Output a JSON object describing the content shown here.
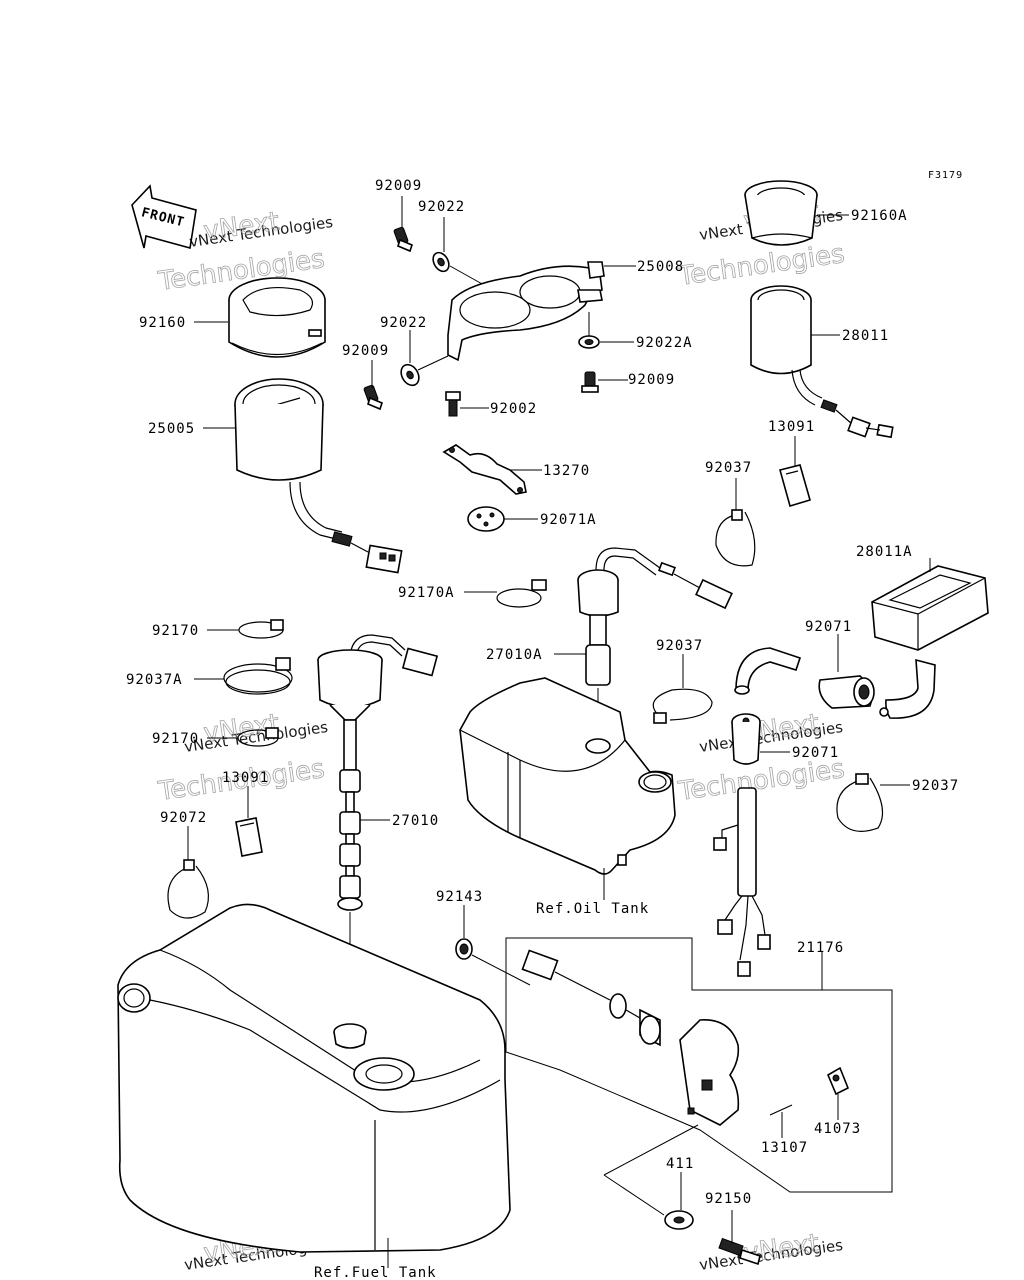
{
  "figure_code": "F3179",
  "front_label": "FRONT",
  "watermark": {
    "line1": "vNext Technologies",
    "line2": "Technologies",
    "line3": "vNext"
  },
  "parts": {
    "p92009_top": "92009",
    "p92022_top": "92022",
    "p25008": "25008",
    "p92022_mid": "92022",
    "p92022A": "92022A",
    "p92009_mid": "92009",
    "p92009_right": "92009",
    "p92002": "92002",
    "p13270": "13270",
    "p92071A": "92071A",
    "p92160": "92160",
    "p25005": "25005",
    "p92160A": "92160A",
    "p28011": "28011",
    "p13091_top": "13091",
    "p92037_top": "92037",
    "p28011A": "28011A",
    "p92170A": "92170A",
    "p92170_top": "92170",
    "p92037A": "92037A",
    "p27010A": "27010A",
    "p92037_mid": "92037",
    "p92071": "92071",
    "p92170_bot": "92170",
    "p13091_bot": "13091",
    "p92071_b": "92071",
    "p92037_right": "92037",
    "p27010": "27010",
    "p92072": "92072",
    "p92143": "92143",
    "p21176": "21176",
    "p41073": "41073",
    "p13107": "13107",
    "p411": "411",
    "p92150": "92150"
  },
  "refs": {
    "oil_tank": "Ref.Oil Tank",
    "fuel_tank": "Ref.Fuel Tank"
  }
}
